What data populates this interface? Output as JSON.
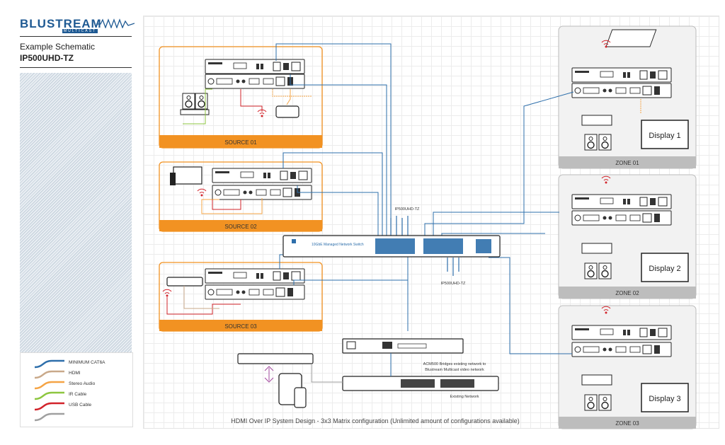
{
  "brand": {
    "name": "BLUSTREAM",
    "sub": "MULTICAST"
  },
  "header": {
    "subtitle": "Example Schematic",
    "model": "IP500UHD-TZ"
  },
  "legend": [
    {
      "label": "MINIMUM CAT6A",
      "color": "#2e6fab"
    },
    {
      "label": "HDMI",
      "color": "#c9a98a"
    },
    {
      "label": "Stereo Audio",
      "color": "#f5a445"
    },
    {
      "label": "IR Cable",
      "color": "#8dc63f"
    },
    {
      "label": "USB Cable",
      "color": "#d2232a"
    },
    {
      "label": "",
      "color": "#a0a0a0"
    }
  ],
  "sources": [
    {
      "label": "SOURCE 01"
    },
    {
      "label": "SOURCE 02"
    },
    {
      "label": "SOURCE 03"
    }
  ],
  "zones": [
    {
      "label": "ZONE 01",
      "display": "Display 1"
    },
    {
      "label": "ZONE 02",
      "display": "Display 2"
    },
    {
      "label": "ZONE 03",
      "display": "Display 3"
    }
  ],
  "switch": {
    "label": "10GbE Managed Network Switch",
    "tx_label": "IP500UHD-TZ",
    "rx_label": "IP500UHD-TZ"
  },
  "acm": {
    "note_line1": "ACM500 Bridges existing network to",
    "note_line2": "Blustream Multicast video network",
    "existing": "Existing Network"
  },
  "footer": {
    "caption": "HDMI Over IP System Design - 3x3 Matrix configuration (Unlimited amount of configurations available)"
  }
}
